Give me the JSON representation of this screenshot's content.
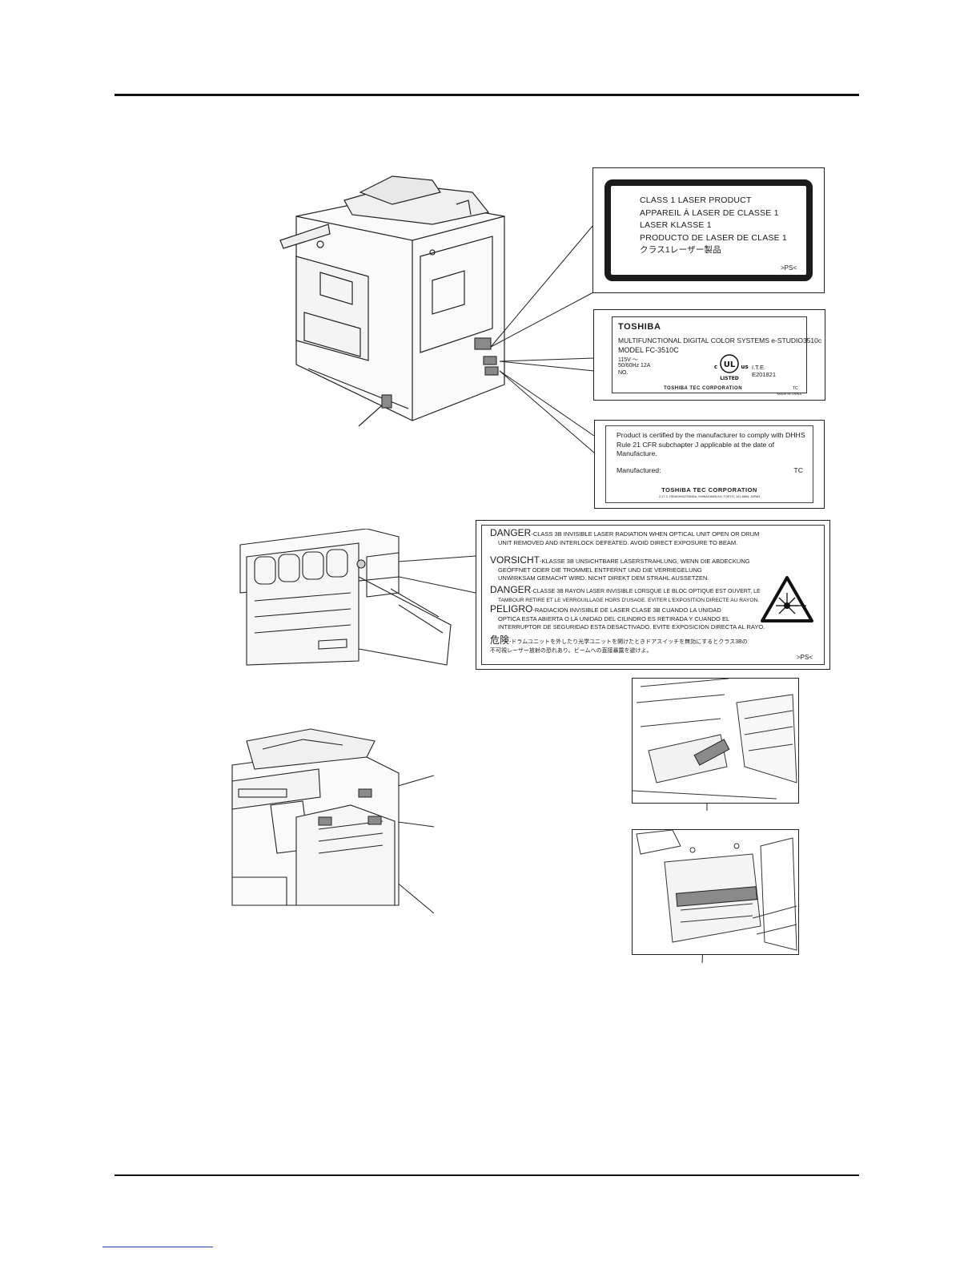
{
  "labels": {
    "class1": {
      "lines": [
        "CLASS 1 LASER PRODUCT",
        "APPAREIL À LASER DE CLASSE 1",
        "LASER KLASSE 1",
        "PRODUCTO DE LASER DE CLASE 1",
        "クラス1レーザー製品"
      ],
      "suffix": ">PS<"
    },
    "rating": {
      "brand": "TOSHIBA",
      "system": "MULTIFUNCTIONAL DIGITAL COLOR SYSTEMS e-STUDIO3510c",
      "model": "MODEL FC-3510C",
      "voltage": "115V ～",
      "frequency": "50/60Hz   12A",
      "number": "NO.",
      "ul_c": "c",
      "ul_mark": "UL",
      "ul_us": "us",
      "ul_listed": "LISTED",
      "ite": "I.T.E.",
      "code": "E201821",
      "corp": "TOSHIBA TEC CORPORATION",
      "tc": "TC",
      "made_in": "MADE IN CHINA"
    },
    "cert": {
      "text": "Product is certified by the manufacturer to comply with DHHS Rule 21 CFR subchapter J applicable at the date of Manufacture.",
      "manufactured": "Manufactured:",
      "tc": "TC",
      "corp": "TOSHIBA TEC CORPORATION",
      "address": "2-17-2, HIGASHIGOTANDA, SHINAGAWA-KU, TOKYO, 141-8664, JAPAN"
    },
    "danger": {
      "d1_head": "DANGER",
      "d1_a": "-CLASS 3B INVISIBLE LASER RADIATION WHEN OPTICAL UNIT OPEN OR DRUM",
      "d1_b": "UNIT REMOVED AND INTERLOCK DEFEATED. AVOID DIRECT EXPOSURE TO BEAM.",
      "d2_head": "VORSICHT",
      "d2_a": "-KLASSE 3B UNSICHTBARE LASERSTRAHLUNG, WENN DIE ABDECKUNG",
      "d2_b": "GEÖFFNET ODER DIE TROMMEL ENTFERNT UND DIE VERRIEGELUNG",
      "d2_c": "UNWIRKSAM GEMACHT WIRD. NICHT DIREKT DEM STRAHL AUSSETZEN.",
      "d3_head": "DANGER",
      "d3_a": "-CLASSE 3B RAYON LASER INVISIBLE LORSQUE LE BLOC OPTIQUE EST OUVERT, LE",
      "d3_b": "TAMBOUR RETIRE ET LE VERROUILLAGE HORS D'USAGE. EVITER L'EXPOSITION DIRECTE AU RAYON.",
      "d4_head": "PELIGRO",
      "d4_a": "-RADIACION INVISIBLE DE LASER CLASE 3B CUANDO LA UNIDAD",
      "d4_b": "OPTICA ESTA ABIERTA O LA UNIDAD DEL CILINDRO ES RETIRADA Y CUANDO EL",
      "d4_c": "INTERRUPTOR DE SEGURIDAD ESTA DESACTIVADO.  EVITE EXPOSICION DIRECTA AL RAYO.",
      "d5_head": "危険",
      "d5_a": "-ドラムユニットを外したり光学ユニットを開けたときドアスイッチを無効にするとクラス3Bの",
      "d5_b": "不可視レーザー放射の恐れあり。ビームへの直接暴露を避けよ。",
      "suffix": ">PS<"
    }
  }
}
